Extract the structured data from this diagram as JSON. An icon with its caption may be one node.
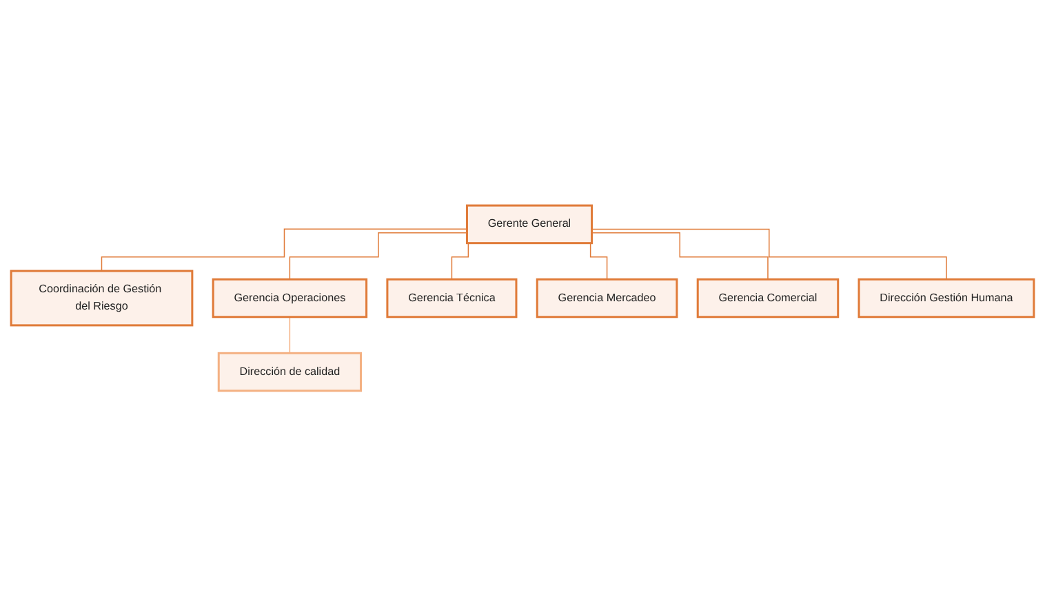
{
  "diagram": {
    "nodes": [
      {
        "text": [
          "Gerente General"
        ]
      },
      {
        "text": [
          "Coordinación de Gestión del Riesgo"
        ]
      },
      {
        "text": [
          "Gerencia Operaciones"
        ]
      },
      {
        "text": [
          "Gerencia Técnica"
        ]
      },
      {
        "text": [
          "Gerencia Mercadeo"
        ]
      },
      {
        "text": [
          "Gerencia Comercial"
        ]
      },
      {
        "text": [
          "Dirección Gestión Humana"
        ]
      },
      {
        "text": [
          "Dirección de calidad"
        ]
      }
    ],
    "edges": [
      {
        "from": 0,
        "to": 1,
        "arrow": "none"
      },
      {
        "from": 0,
        "to": 2,
        "arrow": "none"
      },
      {
        "from": 0,
        "to": 3,
        "arrow": "none"
      },
      {
        "from": 0,
        "to": 4,
        "arrow": "none"
      },
      {
        "from": 0,
        "to": 5,
        "arrow": "none"
      },
      {
        "from": 0,
        "to": 6,
        "arrow": "none"
      },
      {
        "from": 2,
        "to": 7,
        "arrow": "none",
        "color": "#f4b183"
      }
    ]
  }
}
